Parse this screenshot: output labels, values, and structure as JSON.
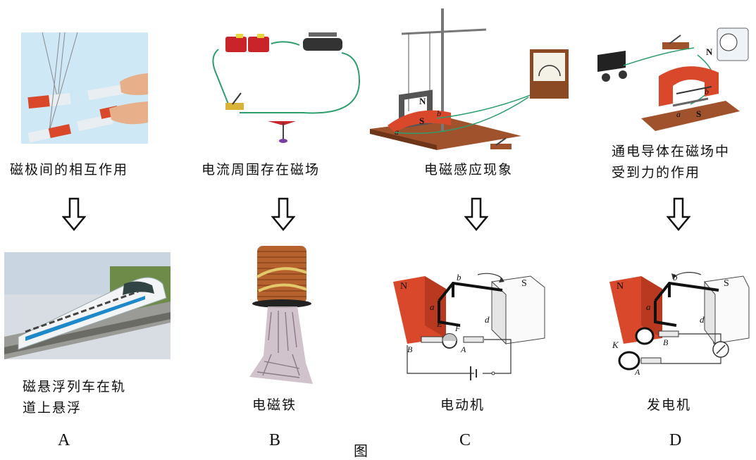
{
  "columns": [
    {
      "top_caption": "磁极间的相互作用",
      "bottom_caption": "磁悬浮列车在轨\n道上悬浮",
      "letter": "A"
    },
    {
      "top_caption": "电流周围存在磁场",
      "bottom_caption": "电磁铁",
      "letter": "B"
    },
    {
      "top_caption": "电磁感应现象",
      "bottom_caption": "电动机",
      "letter": "C",
      "top_figure_labels": {
        "n": "N",
        "s": "S",
        "a": "a",
        "b": "b"
      },
      "bottom_figure_labels": {
        "n": "N",
        "s": "S",
        "a": "a",
        "b": "b",
        "d": "d",
        "e": "E",
        "f": "F",
        "brush_a": "A",
        "brush_b": "B"
      }
    },
    {
      "top_caption": "通电导体在磁场中\n受到力的作用",
      "bottom_caption": "发电机",
      "letter": "D",
      "top_figure_labels": {
        "n": "N",
        "s": "S",
        "a": "a",
        "b": "b"
      },
      "bottom_figure_labels": {
        "n": "N",
        "s": "S",
        "a": "a",
        "b": "b",
        "d": "d",
        "k": "K",
        "brush_a": "A",
        "brush_b": "B"
      }
    }
  ],
  "figure_caption": "图",
  "colors": {
    "magnet_red": "#d9482b",
    "wire_green": "#2e9d6e",
    "wood": "#a0522d",
    "copper": "#b5622e"
  }
}
